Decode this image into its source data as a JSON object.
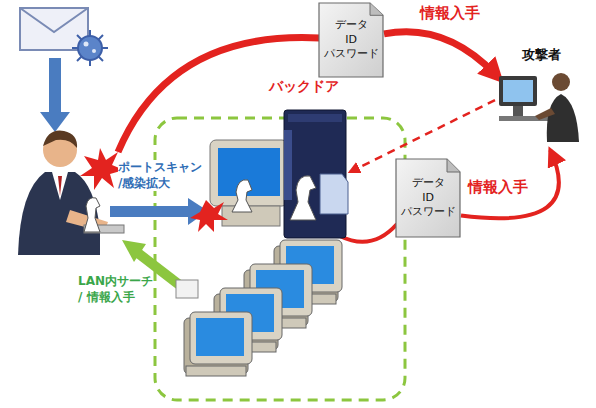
{
  "diagram": {
    "nodes": [
      {
        "text": [
          "データ ID パスワード"
        ]
      },
      {
        "text": [
          "データ ID パスワード"
        ]
      },
      {
        "text": [
          "攻撃者"
        ]
      },
      {
        "text": [
          "バックドア"
        ]
      }
    ],
    "edges": [
      {
        "from": 0,
        "to": 2,
        "arrow": "to",
        "label": "情報入手"
      },
      {
        "from": 1,
        "to": 2,
        "arrow": "to",
        "label": "情報入手"
      },
      {
        "from": 2,
        "to": 3,
        "arrow": "to"
      }
    ],
    "labels": [
      "ポートスキャン /感染拡大",
      "LAN内サーチ / 情報入手"
    ]
  }
}
